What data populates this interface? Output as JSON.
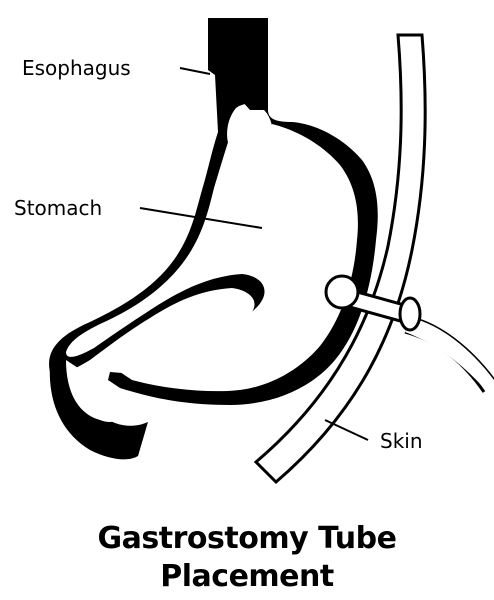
{
  "labels": {
    "esophagus": "Esophagus",
    "stomach": "Stomach",
    "skin": "Skin"
  },
  "caption": {
    "line1": "Gastrostomy Tube",
    "line2": "Placement"
  },
  "colors": {
    "ink": "#000000",
    "fill": "#ffffff"
  }
}
